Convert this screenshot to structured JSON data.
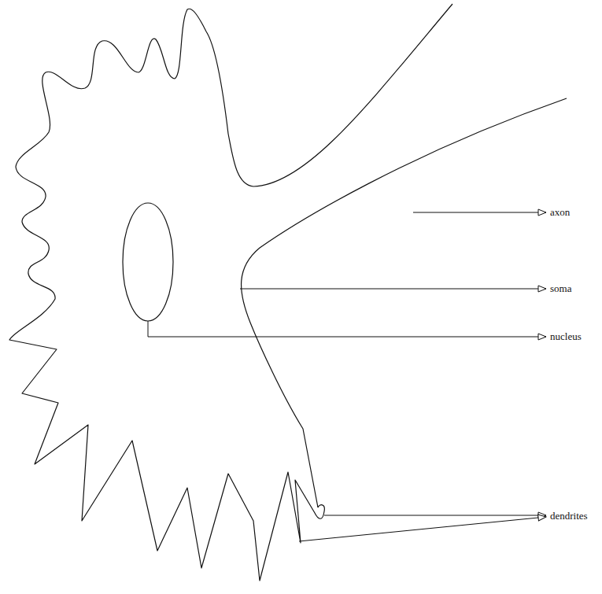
{
  "diagram": {
    "labels": [
      "axon",
      "soma",
      "nucleus",
      "dendrites"
    ]
  }
}
